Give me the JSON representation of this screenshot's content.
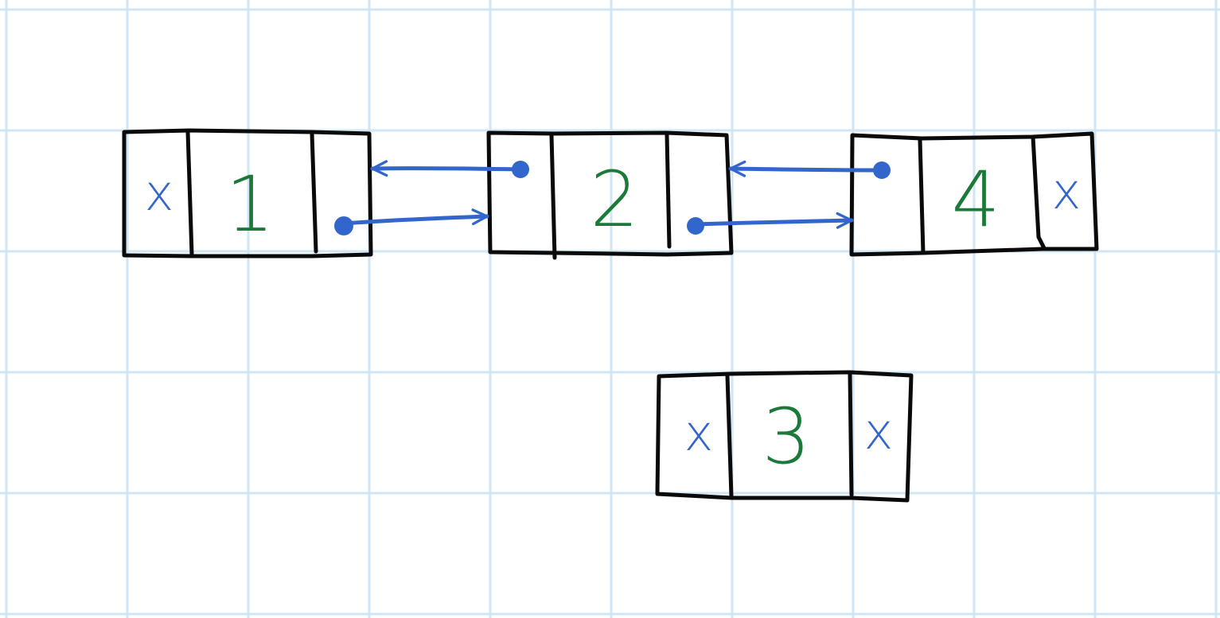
{
  "colors": {
    "grid": "#cfe6f4",
    "outline": "#0a0a0a",
    "value": "#1b7a3a",
    "pointer": "#3366cc",
    "background": "#ffffff"
  },
  "nodes": [
    {
      "id": "node-1",
      "prev": "x",
      "value": "1",
      "next": ""
    },
    {
      "id": "node-2",
      "prev": "",
      "value": "2",
      "next": ""
    },
    {
      "id": "node-4",
      "prev": "",
      "value": "4",
      "next": "x"
    },
    {
      "id": "node-3",
      "prev": "x",
      "value": "3",
      "next": "x"
    }
  ],
  "links": [
    {
      "from": "node-1",
      "to": "node-2",
      "kind": "next"
    },
    {
      "from": "node-2",
      "to": "node-1",
      "kind": "prev"
    },
    {
      "from": "node-2",
      "to": "node-4",
      "kind": "next"
    },
    {
      "from": "node-4",
      "to": "node-2",
      "kind": "prev"
    }
  ]
}
